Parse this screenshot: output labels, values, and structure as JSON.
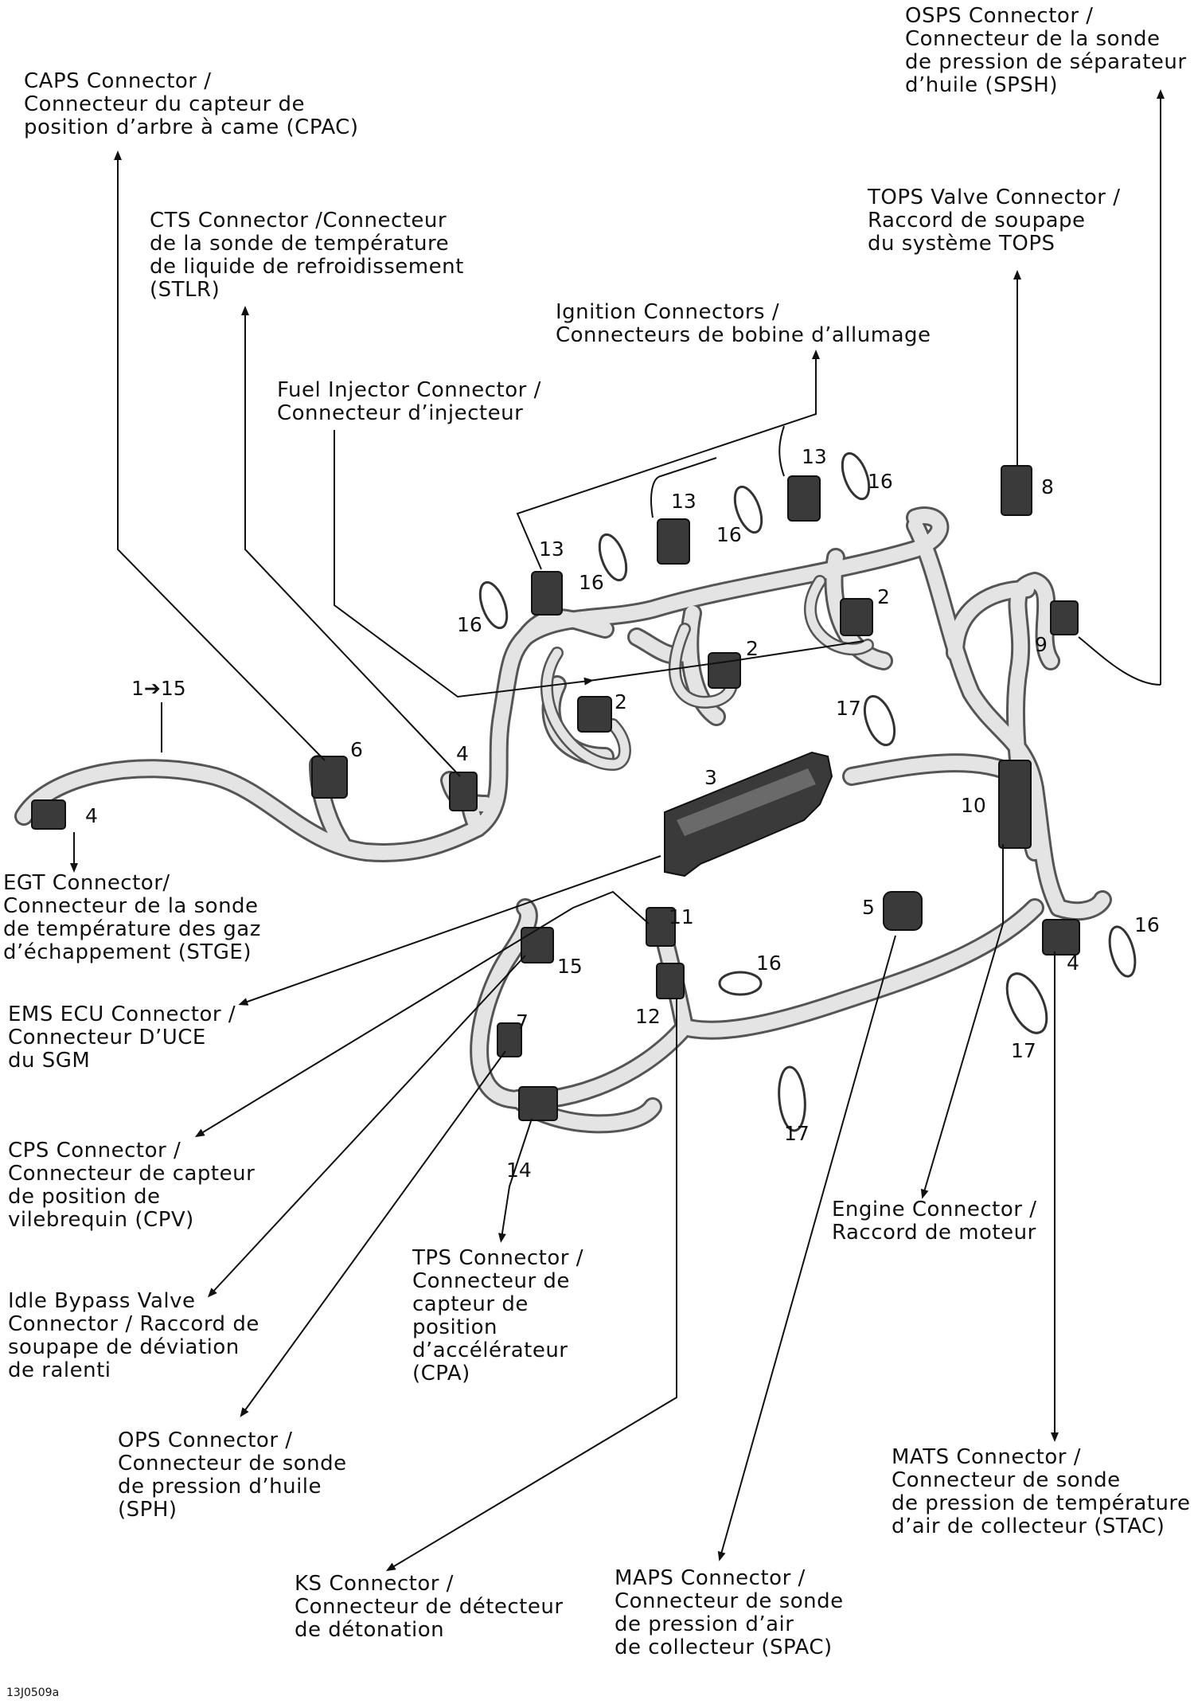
{
  "labels": {
    "osps": [
      "OSPS Connector /",
      "Connecteur de la sonde",
      "de pression de séparateur",
      "d’huile (SPSH)"
    ],
    "caps": [
      "CAPS Connector /",
      "Connecteur du capteur de",
      "position d’arbre à came (CPAC)"
    ],
    "tops": [
      "TOPS Valve Connector /",
      "Raccord de soupape",
      "du système TOPS"
    ],
    "cts": [
      "CTS Connector /Connecteur",
      "de la sonde de température",
      "de liquide de refroidissement",
      "(STLR)"
    ],
    "ignition": [
      "Ignition Connectors /",
      "Connecteurs de bobine d’allumage"
    ],
    "fuel": [
      "Fuel Injector Connector /",
      "Connecteur d’injecteur"
    ],
    "egt": [
      "EGT Connector/",
      "Connecteur de la sonde",
      "de température des gaz",
      "d’échappement (STGE)"
    ],
    "ems": [
      "EMS ECU Connector /",
      "Connecteur D’UCE",
      "du SGM"
    ],
    "cps": [
      "CPS Connector /",
      "Connecteur de capteur",
      "de position de",
      "vilebrequin (CPV)"
    ],
    "idle": [
      "Idle Bypass Valve",
      "Connector / Raccord de",
      "soupape de déviation",
      "de ralenti"
    ],
    "tps": [
      "TPS Connector /",
      "Connecteur de",
      "capteur de",
      "position",
      "d’accélérateur",
      "(CPA)"
    ],
    "engine": [
      "Engine Connector /",
      "Raccord de moteur"
    ],
    "ops": [
      "OPS Connector /",
      "Connecteur de sonde",
      "de pression d’huile",
      "(SPH)"
    ],
    "mats": [
      "MATS Connector /",
      "Connecteur de sonde",
      "de pression de température",
      "d’air de collecteur (STAC)"
    ],
    "ks": [
      "KS Connector /",
      "Connecteur de détecteur",
      "de détonation"
    ],
    "maps": [
      "MAPS Connector /",
      "Connecteur de sonde",
      "de pression d’air",
      "de collecteur (SPAC)"
    ]
  },
  "numbers": {
    "range": "1➔15",
    "n2": "2",
    "n3": "3",
    "n4": "4",
    "n5": "5",
    "n6": "6",
    "n7": "7",
    "n8": "8",
    "n9": "9",
    "n10": "10",
    "n11": "11",
    "n12": "12",
    "n13": "13",
    "n14": "14",
    "n15": "15",
    "n16": "16",
    "n17": "17"
  },
  "figure_code": "13J0509a",
  "colors": {
    "ink": "#111111",
    "harness_outline": "#555555",
    "harness_fill": "#e4e4e4",
    "connector": "#3a3a3a"
  }
}
